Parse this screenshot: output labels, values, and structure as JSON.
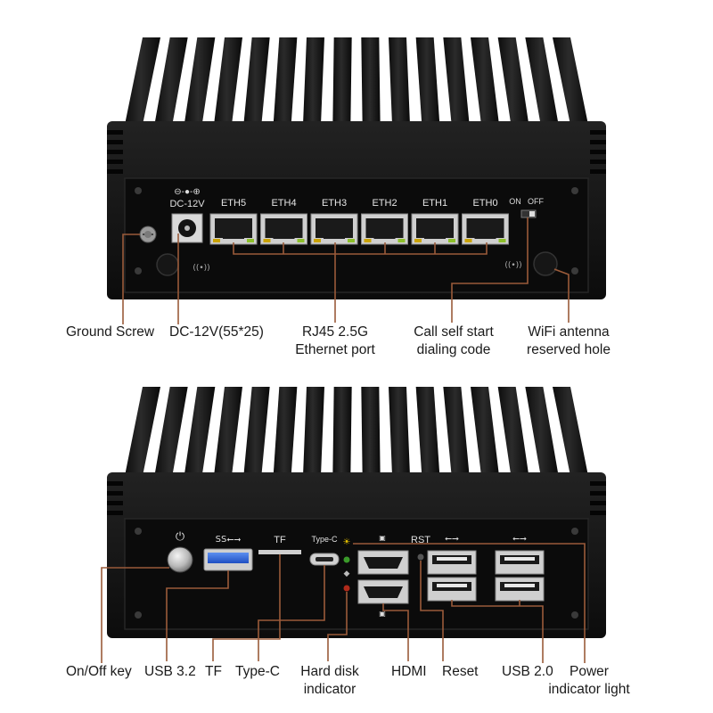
{
  "colors": {
    "body": "#151515",
    "panel": "#0b0b0b",
    "callout": "#9a5b3a",
    "text": "#1a1a1a"
  },
  "top_panel": {
    "dc_label": "DC-12V",
    "eth_ports": [
      "ETH5",
      "ETH4",
      "ETH3",
      "ETH2",
      "ETH1",
      "ETH0"
    ],
    "switch_on": "ON",
    "switch_off": "OFF"
  },
  "top_callouts": {
    "ground_screw": "Ground Screw",
    "dc": "DC-12V(55*25)",
    "rj45_line1": "RJ45 2.5G",
    "rj45_line2": "Ethernet port",
    "call_line1": "Call self start",
    "call_line2": "dialing code",
    "wifi_line1": "WiFi antenna",
    "wifi_line2": "reserved hole"
  },
  "bottom_panel": {
    "tf_label": "TF",
    "typec_label": "Type-C",
    "rst_label": "RST"
  },
  "bottom_callouts": {
    "onoff": "On/Off key",
    "usb32": "USB 3.2",
    "tf": "TF",
    "typec": "Type-C",
    "hdd_line1": "Hard disk",
    "hdd_line2": "indicator",
    "hdmi": "HDMI",
    "reset": "Reset",
    "usb20": "USB 2.0",
    "power_line1": "Power",
    "power_line2": "indicator light"
  }
}
